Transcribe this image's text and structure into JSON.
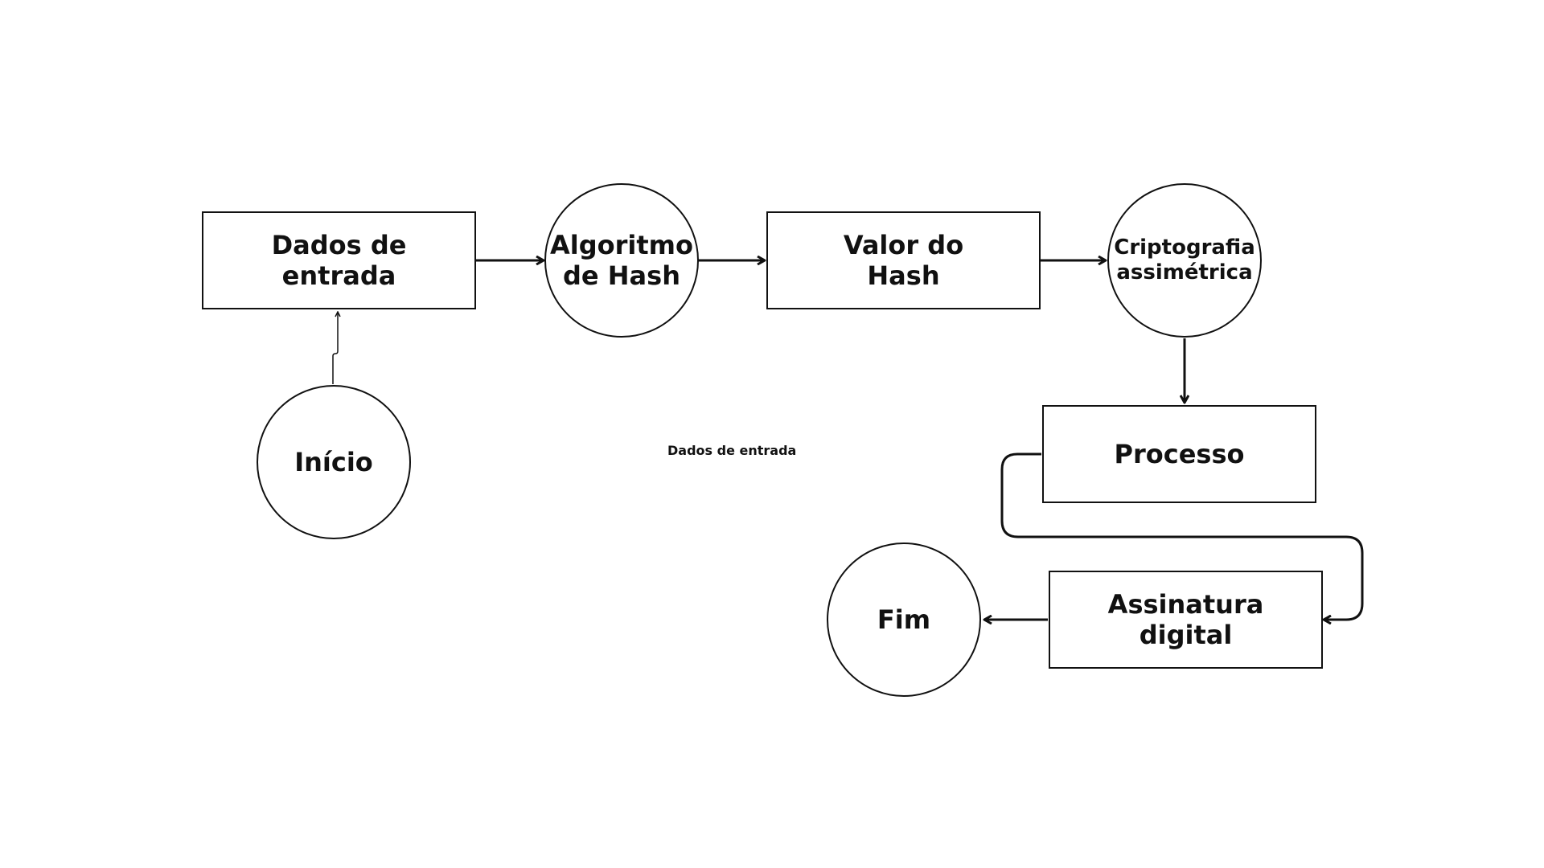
{
  "diagram": {
    "nodes": {
      "dados_entrada": {
        "label": "Dados de\nentrada",
        "shape": "rectangle"
      },
      "algoritmo_hash": {
        "label": "Algoritmo\nde Hash",
        "shape": "circle"
      },
      "valor_hash": {
        "label": "Valor do\nHash",
        "shape": "rectangle"
      },
      "criptografia": {
        "label": "Criptografia\nassimétrica",
        "shape": "circle"
      },
      "processo": {
        "label": "Processo",
        "shape": "rectangle"
      },
      "assinatura": {
        "label": "Assinatura\ndigital",
        "shape": "rectangle"
      },
      "fim": {
        "label": "Fim",
        "shape": "circle"
      },
      "inicio": {
        "label": "Início",
        "shape": "circle"
      }
    },
    "loose_label": "Dados de entrada",
    "edges": [
      {
        "from": "inicio",
        "to": "dados_entrada"
      },
      {
        "from": "dados_entrada",
        "to": "algoritmo_hash"
      },
      {
        "from": "algoritmo_hash",
        "to": "valor_hash"
      },
      {
        "from": "valor_hash",
        "to": "criptografia"
      },
      {
        "from": "criptografia",
        "to": "processo"
      },
      {
        "from": "processo",
        "to": "assinatura"
      },
      {
        "from": "assinatura",
        "to": "fim"
      }
    ],
    "colors": {
      "stroke": "#111111",
      "background": "#ffffff"
    }
  }
}
